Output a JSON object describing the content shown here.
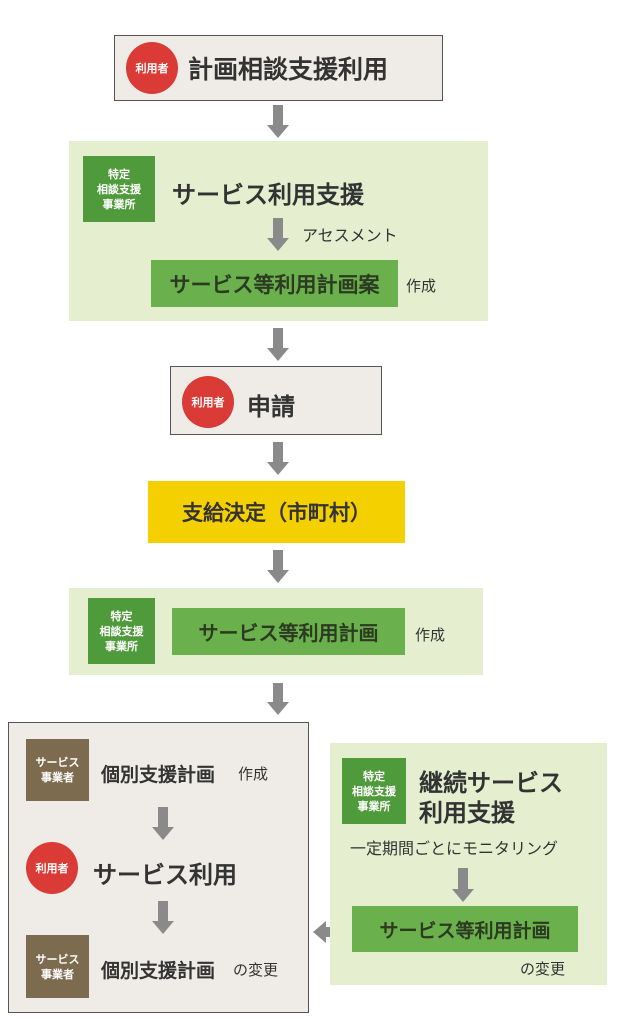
{
  "step1": {
    "actor": "利用者",
    "title": "計画相談支援利用"
  },
  "step2": {
    "badge": "特定\n相談支援\n事業所",
    "title": "サービス利用支援",
    "arrow_label": "アセスメント",
    "box": "サービス等利用計画案",
    "suffix": "作成"
  },
  "step3": {
    "actor": "利用者",
    "title": "申請"
  },
  "step4": {
    "title": "支給決定（市町村）"
  },
  "step5": {
    "badge": "特定\n相談支援\n事業所",
    "box": "サービス等利用計画",
    "suffix": "作成"
  },
  "left": {
    "badge1": "サービス\n事業者",
    "item1": "個別支援計画",
    "item1_suffix": "作成",
    "actor": "利用者",
    "item2": "サービス利用",
    "badge3": "サービス\n事業者",
    "item3": "個別支援計画",
    "item3_suffix": "の変更"
  },
  "right": {
    "badge": "特定\n相談支援\n事業所",
    "title_line1": "継続サービス",
    "title_line2": "利用支援",
    "monitor": "一定期間ごとにモニタリング",
    "box": "サービス等利用計画",
    "suffix": "の変更"
  },
  "colors": {
    "red": "#db3b36",
    "green": "#4f9a3a",
    "light_green": "#6ab04c",
    "panel": "#e5efd0",
    "yellow": "#f5d000",
    "brown": "#7d6b4f",
    "beige": "#efebe7"
  }
}
